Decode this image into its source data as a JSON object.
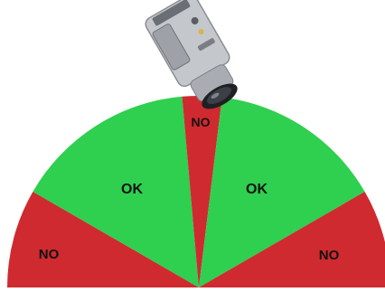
{
  "diagram": {
    "labels": {
      "left_outer": "NO",
      "left_ok": "OK",
      "center": "NO",
      "right_ok": "OK",
      "right_outer": "NO"
    },
    "camera_icon": "camcorder-icon",
    "colors": {
      "ok": "#2fcf4f",
      "no": "#cf2a2f",
      "background": "#ffffff",
      "camera_body": "#bfc3c8",
      "camera_dark": "#2a2a2a"
    }
  }
}
